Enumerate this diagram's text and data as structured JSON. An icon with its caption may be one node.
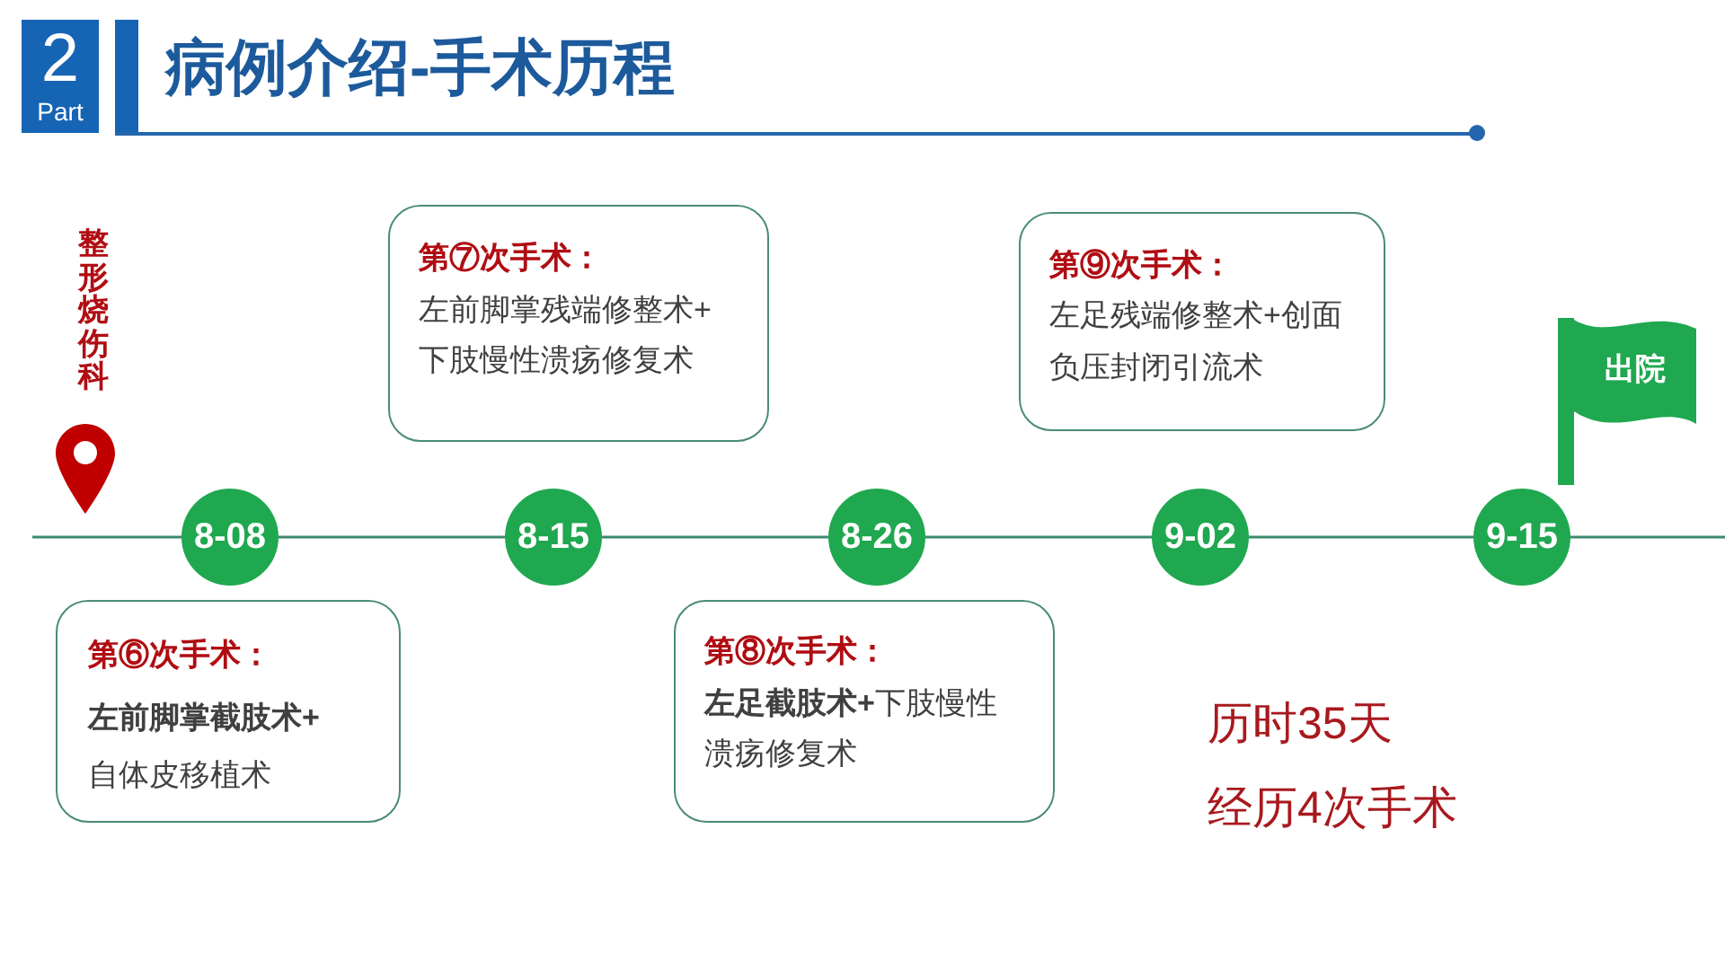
{
  "diagram": {
    "title": "病例介绍-手术历程",
    "nodes": [
      {
        "text": [
          "8-08"
        ]
      },
      {
        "text": [
          "第⑥次手术：",
          "**左前脚掌截肢术+**自体皮移植术"
        ]
      },
      {
        "text": [
          "8-15"
        ]
      },
      {
        "text": [
          "第⑦次手术：",
          "左前脚掌残端修整术+下肢慢性溃疡修复术"
        ]
      },
      {
        "text": [
          "8-26"
        ]
      },
      {
        "text": [
          "第⑧次手术：",
          "**左足截肢术+**下肢慢性溃疡修复术"
        ]
      },
      {
        "text": [
          "9-02"
        ]
      },
      {
        "text": [
          "第⑨次手术：",
          "左足残端修整术+创面负压封闭引流术"
        ]
      },
      {
        "text": [
          "9-15"
        ]
      },
      {
        "text": [
          "出院"
        ]
      }
    ],
    "edges": [
      {
        "from": null,
        "to": 0,
        "arrow": "none"
      },
      {
        "from": 0,
        "to": 2,
        "arrow": "none"
      },
      {
        "from": 2,
        "to": 4,
        "arrow": "none"
      },
      {
        "from": 4,
        "to": 6,
        "arrow": "none"
      },
      {
        "from": 6,
        "to": 8,
        "arrow": "none"
      },
      {
        "from": 8,
        "to": null,
        "arrow": "none"
      }
    ],
    "labels": [
      "2",
      "Part",
      "整形烧伤科",
      "历时35天",
      "经历4次手术"
    ]
  }
}
